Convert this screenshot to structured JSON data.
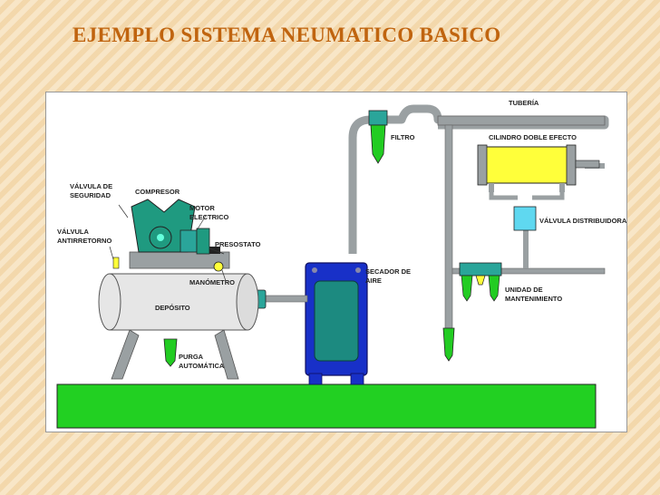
{
  "slide": {
    "title": "EJEMPLO SISTEMA NEUMATICO BASICO"
  },
  "diagram": {
    "labels": {
      "tuberia": "TUBERÍA",
      "filtro": "FILTRO",
      "cilindro": "CILINDRO DOBLE EFECTO",
      "valvula_seguridad_1": "VÁLVULA DE",
      "valvula_seguridad_2": "SEGURIDAD",
      "compresor": "COMPRESOR",
      "motor_1": "MOTOR",
      "motor_2": "ELECTRICO",
      "valvula_antirretorno_1": "VÁLVULA",
      "valvula_antirretorno_2": "ANTIRRETORNO",
      "presostato": "PRESOSTATO",
      "manometro": "MANÓMETRO",
      "deposito": "DEPÓSITO",
      "purga_1": "PURGA",
      "purga_2": "AUTOMÁTICA",
      "secador_1": "SECADOR DE",
      "secador_2": "AIRE",
      "valvula_distribuidora": "VÁLVULA DISTRIBUIDORA",
      "unidad_1": "UNIDAD DE",
      "unidad_2": "MANTENIMIENTO"
    }
  },
  "colors": {
    "title": "#c0640f",
    "pipe": "#9aa0a2",
    "tank": "#e6e6e6",
    "compressor": "#1f9a80",
    "dryer_frame": "#1830c8",
    "dryer_body": "#1c8a80",
    "cylinder": "#ffff3a",
    "valve": "#5fd8f0",
    "ground": "#22d022",
    "filter_bowl": "#22cc22"
  }
}
